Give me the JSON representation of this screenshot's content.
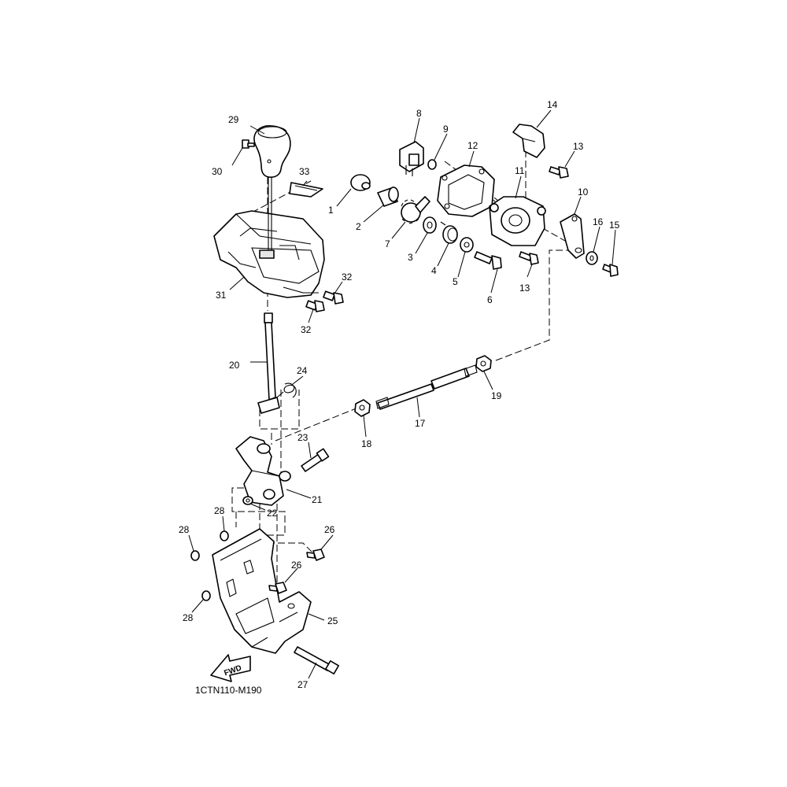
{
  "diagram_code": "1CTN110-M190",
  "fwd_label": "FWD",
  "callouts": [
    {
      "id": "1",
      "label": "1"
    },
    {
      "id": "2",
      "label": "2"
    },
    {
      "id": "3",
      "label": "3"
    },
    {
      "id": "4",
      "label": "4"
    },
    {
      "id": "5",
      "label": "5"
    },
    {
      "id": "6",
      "label": "6"
    },
    {
      "id": "7",
      "label": "7"
    },
    {
      "id": "8",
      "label": "8"
    },
    {
      "id": "9",
      "label": "9"
    },
    {
      "id": "10",
      "label": "10"
    },
    {
      "id": "11",
      "label": "11"
    },
    {
      "id": "12",
      "label": "12"
    },
    {
      "id": "13a",
      "label": "13"
    },
    {
      "id": "13b",
      "label": "13"
    },
    {
      "id": "14",
      "label": "14"
    },
    {
      "id": "15",
      "label": "15"
    },
    {
      "id": "16",
      "label": "16"
    },
    {
      "id": "17",
      "label": "17"
    },
    {
      "id": "18",
      "label": "18"
    },
    {
      "id": "19",
      "label": "19"
    },
    {
      "id": "20",
      "label": "20"
    },
    {
      "id": "21",
      "label": "21"
    },
    {
      "id": "22",
      "label": "22"
    },
    {
      "id": "23",
      "label": "23"
    },
    {
      "id": "24",
      "label": "24"
    },
    {
      "id": "25",
      "label": "25"
    },
    {
      "id": "26a",
      "label": "26"
    },
    {
      "id": "26b",
      "label": "26"
    },
    {
      "id": "27",
      "label": "27"
    },
    {
      "id": "28a",
      "label": "28"
    },
    {
      "id": "28b",
      "label": "28"
    },
    {
      "id": "28c",
      "label": "28"
    },
    {
      "id": "29",
      "label": "29"
    },
    {
      "id": "30",
      "label": "30"
    },
    {
      "id": "31",
      "label": "31"
    },
    {
      "id": "32a",
      "label": "32"
    },
    {
      "id": "32b",
      "label": "32"
    },
    {
      "id": "33",
      "label": "33"
    }
  ]
}
